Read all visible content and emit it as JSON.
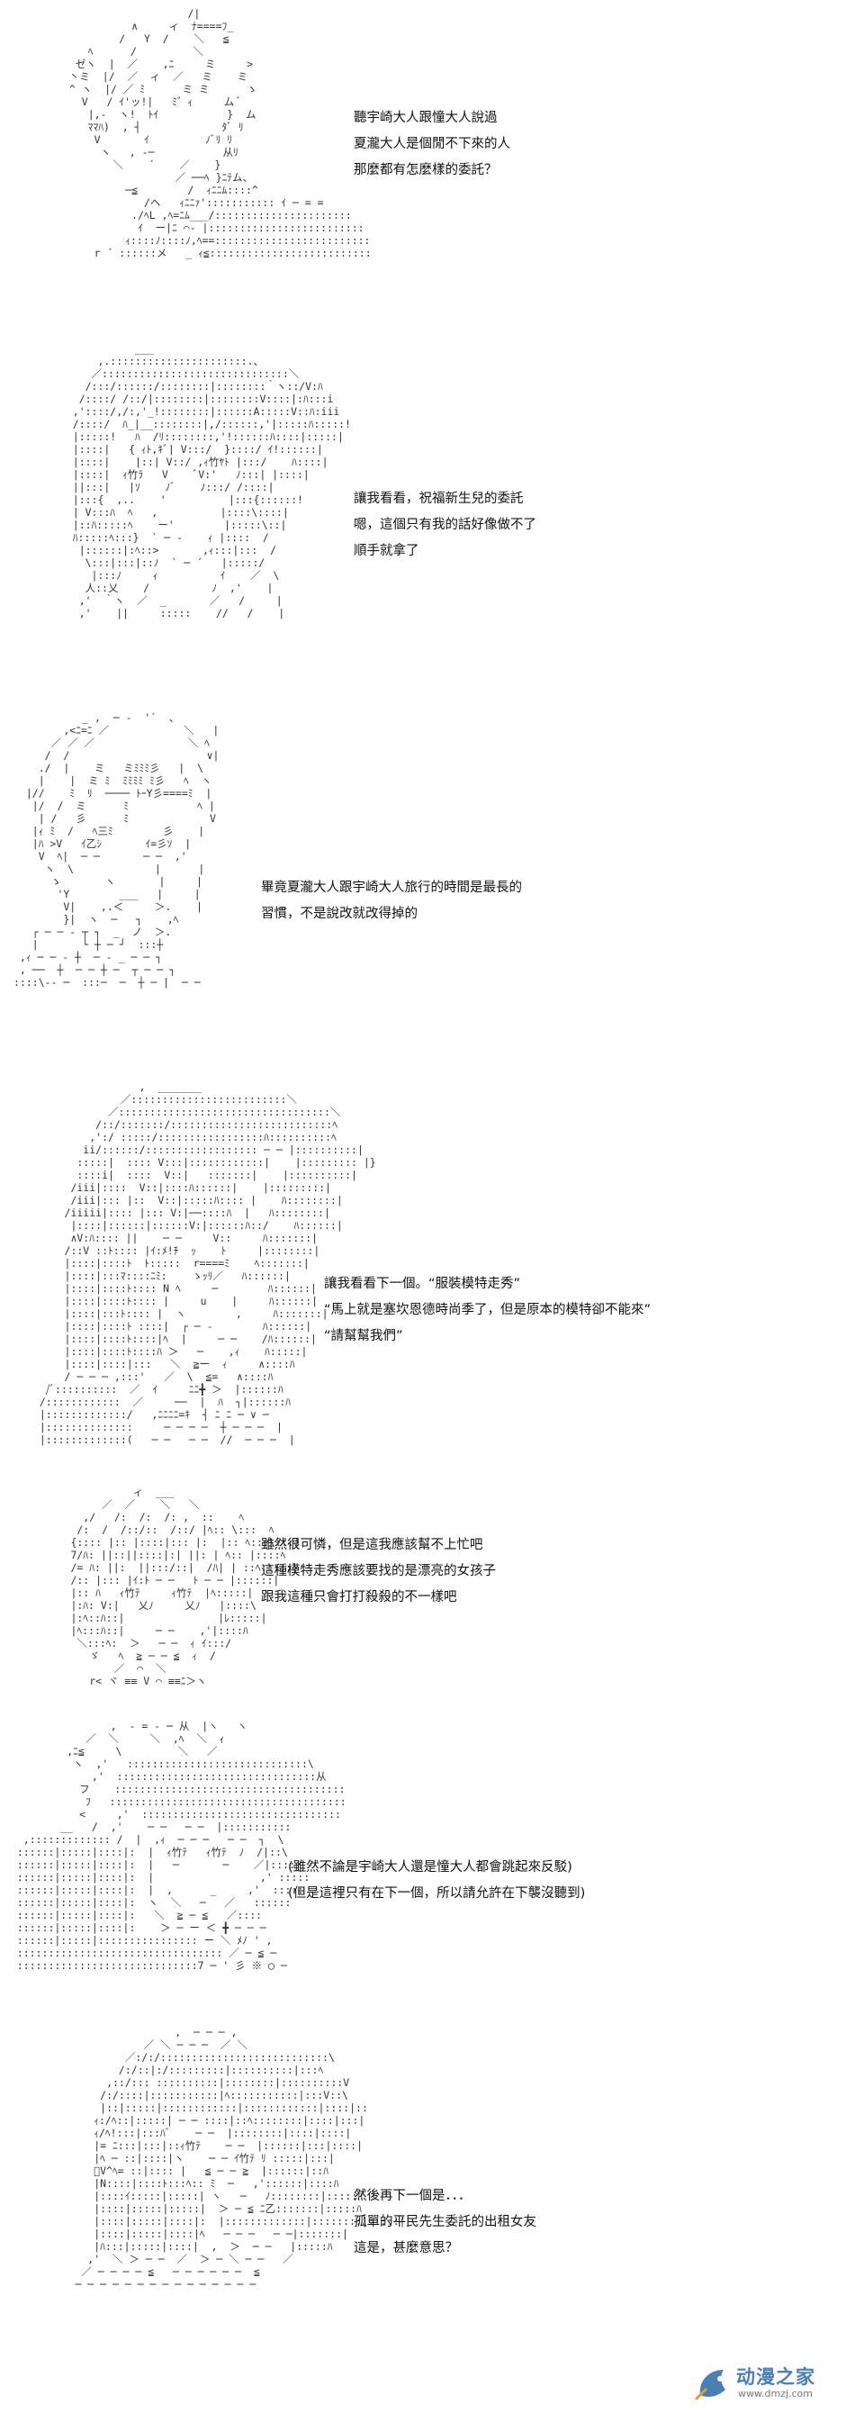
{
  "panels": [
    {
      "art": "                    /|\n           ∧     ィ  ﾅ====ﾌ_\n         /   Y  /    ＼   ≦\n    ﾍ      /         ＼\n  ゼヽ  |  ／    ,ﾆ     ミ     >\n 丶ミ  |/  ／  ィ  ／   ミ    ミ\n ^ ヽ  |/ ／ ﾐ      ミ ミ      ゝ\n   V   / ｲ'ッ!|   ﾐ゛ｨ     ム ﾞ\n    |,-  ヽ!  ﾄｲ           }  ム\n    ﾏﾏﾊ)  , ┤             ﾀﾞ ﾘ\n     V       ｲ         ﾉﾞﾘ ﾘ\n      ヽ   , -─           从ﾘ\n        ＼    ´    ／    }\n                  ／ ──ﾍ }ﾆﾃム、\n          ─≦        /  ｨﾆﾆﾑ::::^\n             /ヘ   ｨﾆﾆｧ'::::::::::: ｲ ─ = =\n           ./ﾍL ,ﾍ=ﾆﾑ___/::::::::::::::::::::::\n            ｲ  ー|ﾆ ⌒‐ |:::::::::::::::::::::::::\n          ｨ::::ﾉ::::ﾉ,ﾍ==:::::::::::::::::::::::::\n     r ´ ::::::メ   _ ｨ≦::::::::::::::::::::::::::",
      "dialog": [
        "聽宇崎大人跟憧大人說過",
        "夏瀧大人是個閒不下來的人",
        "那麼都有怎麼樣的委託？"
      ]
    },
    {
      "art": "             ___\n       ,.::::::::::::::::::::::.、\n      ／::::::::::::::::::::::::::::::＼\n     /:::/::::::/::::::::|::::::::｀ヽ::/V:ﾊ\n    /::::/ /::/|::::::::|::::::::V::::|:ﾊ:::i\n   ,'::::/,/:,'_!::::::::|::::::A:::::V::ﾊ:iii\n   /::::/  ﾊ_|__::::::::|,/::::::,'|:::::ﾊ:::::!\n   |:::::!   ﾊ  /ﾘ::::::::,'!::::::ﾊ::::|:::::|\n   |::::|   { ｨﾄ,ｷﾞ| V:::/  }::::/ ｲ!::::::|\n   |::::|    |::| V::/ ,ｨ竹ﾔﾄ |:::/    ﾊ::::|\n   |::::|  ｨ竹ﾗ   V    ﾞV:'   ﾉ:::| |::::|\n   ||:::|   |ｿ    ﾉﾞ    ﾉ:::/ /::::|\n   |:::{  ,..    '          |:::{::::::!\n   | V:::ﾊ  ﾍ   ,          |::::\\::::|\n   |::ﾊ:::::ﾍ    ー'        |:::::\\::|\n   ﾊ:::::ﾍ:::}  ` ─ ‐    ｨ |::::  /\n    |::::::|:ﾍ::>       ,ｨ:::|:::  /\n     \\:::|:::|::ﾉ  ` ─ ´   |:::::/\n      |:::ﾉ     ｨ          ｲ    ／  \\\n     人::乂    /          ﾉ  ,'    |\n    ,'  ｀ヽ  ／  _       ／   /     |\n    ,'    ||     :::::    //   /    |",
      "dialog": [
        "讓我看看，祝福新生兒的委託",
        "嗯，這個只有我的話好像做不了",
        "順手就拿了"
      ]
    },
    {
      "art": "           _ ,  ─ ‐  '`  ､\n        ,<ﾆ=ﾆ ／            ＼   |\n      ／ ／ ／               ＼ ﾍ\n     /  /                      ∨|\n    ./  |    ミ   ミﾐﾐﾐ彡   |  \\\n    |    |  ミ ﾐ  ﾐﾐﾐﾐ ﾐ彡   ﾍ  ヽ\n  |//    ﾐ  ﾘ  ──── ﾄｰY彡====ﾐ  |\n   |/  /  ミ      ﾐ           ﾍ |\n    | /   彡      ﾐ             V\n   |ｨ ﾐ  /   ﾍ三ﾐ        彡    |\n   |ﾊ >V   ｲ乙ｼ       ｲ=彡ｿ  |\n    V  ﾍ|  ─ ─       ─ ─  ,'\n     ヽ  \\             |      |\n      ゝ       ヽ       |     |\n       'Y        ___   |     |\n        V|    ,.＜     ＞.    |\n        }|  ヽ  ─   ┐    ,ﾍ\n   ┌ ─ ─ ‐ ┬ ┐  _  ノ  ＞.\n   |       └ ┼ ─ ┘  :::┼\n ,ｨ ─ ─ ‐ ┼  ─ ‐ _ ─ ─ ┐\n , ──  ┼  ─ ─ ┼ ─  ┬ ─ ─ ┐\n::::\\-- ─  :::─  ─  ┼ ─ |  ─ ─",
      "dialog": [
        "畢竟夏瀧大人跟宇崎大人旅行的時間是最長的",
        "習慣，不是說改就改得掉的"
      ]
    },
    {
      "art": "                  ,  _______\n               ／:::::::::::::::::::::::::＼\n             ／::::::::::::::::::::::::::::::::::＼\n           /::/:::::::/::::::::::::::::::::::::::ﾍ\n          ,':/ :::::/:::::::::::::::::ﾊ::::::::::ﾍ\n         ii/::::::/:::::::::::::::::: ─ ─ |::::::::::|\n        :::::|  :::: V:::|::::::::::::|    |::::::::: |}\n        ::::i|  ::::  V::|   :::::::|    |::::::::::|\n       /iii|::::  V::|::::ﾊ::::::|    |:::::::::|\n       /iii|::: |::  V::|:::::ﾊ:::: |    ﾊ::::::::|\n      /iiiii|:::: |::: V:|──::::ﾊ  |   ﾊ::::::::|\n       |::::|::::::|::::::V:|::::::ﾊ::/    ﾊ::::::|\n       ∧V:ﾊ:::: ||    ─ ─     V::     ﾊ:::::::|\n      /::V ::ﾄ:::: |ｲ:ﾒ!ﾁ  ｯ    ﾄ     |::::::::|\n      |::::|::::ﾄ  ﾄ:::::  r====ﾐ    ﾍ:::::::|\n      |::::|:::ﾏ::::ﾆﾐ:    ゝｯﾘ／   ﾊ::::::|\n      |::::|::::ﾄ:::: N ﾍ     ─        ﾊ::::::|\n      |::::|::::ﾄ:::: |     u    |     ﾊ::::::|\n      |::::|:::ﾄ:::: |  ヽ        ,     ﾊ:::::::|\n      |::::|::::ﾄ ::::|  ┌ ─ ‐        ﾊ::::::|\n      |::::|::::ﾄ::::|ﾍ  |     ─ ─    /ﾊ::::::|\n      |::::|::::ﾄ::::ﾊ ＞   ─    ,ｨ    ﾊ:::::|\n      |::::|::::|:::   ＼  ≧ー  ｨ     ∧::::ﾊ\n      / ─ ─ ─ ,:::'   ／  \\  ≦=   ∧::::ﾊ\n   /ﾞ::::::::::  ／  ｲ     ﾆﾆ╋ ＞  |::::::ﾊ\n  /::::::::::::  ／     ──  |  ﾊ  ┐|::::::ﾊ\n  |:::::::::::::/   ,ﾆﾆﾆﾆ=ｷ  ┤ ﾆ ﾆ ─ ∨ ─\n  |::::::::::::::     ─ ─ ─ ─  ┼ ─ ─ ─  |\n  |:::::::::::::(   ─ ─   ─ ─  //  ─ ─ ─  |",
      "dialog": [
        "讓我看看下一個。“服裝模特走秀”",
        "“馬上就是塞坎恩德時尚季了，但是原本的模特卻不能來”",
        "“請幫幫我們”"
      ]
    },
    {
      "art": "                 ィ  ___\n            ／  ／    ＼   ＼\n         ,/   /:  /:  /: ,  ::    ﾍ\n        /:  /  /::/::  /::/ |ﾍ:: \\:::  ﾍ\n       {:::: |:: |::::|::: |:  |:: ﾍ:::\\:::}\n       7/ﾊ: ||::||::::|:| ||: | ﾍ:: |::::ﾍ\n       /= ﾊ: ||:  ||:::/::|  /ﾊ| | ::ﾍ:::::}\n       /:: |::: |ｲ:ﾄ ─ ─   ﾄ ─ ─ |::::::|\n       |:: ﾊ   ｨ竹ﾃ     ｨ竹ﾃ  |ﾍ:::::|\n       |:ﾊ: V:|   乂ﾉ     乂ﾉ   |::::\\\n       |:ﾍ::ﾊ::|               |ﾚ:::::|\n       |ﾍ:::ﾊ::|     ─ ─    ,'|::::ﾊ\n        ＼:::ﾍ:  ＞   ─ ─  ｨ ｲ:::/\n          ゞ   ﾍ  ≧ ─ ─ ≦  ｨ  /\n              ／  ⌒  ＼\n          r< ヾ ≡≡ V ⌒ ≡≡ﾆ＞ヽ",
      "dialog": [
        "雖然很可憐，但是這我應該幫不上忙吧",
        "這種模特走秀應該要找的是漂亮的女孩子",
        "跟我這種只會打打殺殺的不一樣吧"
      ]
    },
    {
      "art": "                 ,  ‐ = ‐ ─ 从  |ヽ   ヽ\n             ／  ＼     ＼  ,ﾍ  ＼  ｨ\n          ,ﾆ≦     \\         ＼   ／\n           ヽ  ,'   :::::::::::::::::::::::::::::\\\n              ,'  ::::::::::::::::::::::::::::::::从\n            フ    :::::::::::::::::::::::::::::::::::::\n             ﾌ   ::::::::::::::::::::::::::::::::::::::\n            <     ,'  ::::::::::::::::::::::::::::::::\n         __   /  ,'    ─ ─   ─ ─  |:::::::::::\n   ,::::::::::::: /  |  ,ｨ  ─ ─ ─   ─ ─  ┐  \\\n  ::::::|:::::|::::|:  |  ｨ竹ﾃ   ｨ竹ﾃ  ﾉ  /|::\\\n  ::::::|:::::|::::|:  |   ─       ─    ／|::::|\n  ::::::|:::::|::::|:  |                 ,' :::::\n  ::::::|:::::|::::|:  |  ,      _     ,'  :::::\n  ::::::|:::::|::::|:  ヽ  ＼   ─   ／   ::::::\n  ::::::|:::::|::::|:   ＼  ≧ ─ ≦   ／::::\n  ::::::|:::::|::::|:    ＞ ─ ー ＜ ╋ ─ ─ ─\n  ::::::|:::::|:::::::::::::::: ー ＼ ﾒﾉ ' ,\n  ::::::::::::::::::::::::::::::::: ／ ─ ≦ ─\n  :::::::::::::::::::::::::::::7 ─ ' 彡 ※ ◯ ─",
      "dialog": [
        "(雖然不論是宇崎大人還是憧大人都會跳起來反駁)",
        "(但是這裡只有在下一個，所以請允許在下襲沒聽到)"
      ]
    },
    {
      "art": "                       ,  ─ ─ ─ ,\n                  ／ ＼ ─ ─ ─  ／ ＼\n               ／:/:/:::::::::::::::::::::::::::\\\n              /:/::|:/:::::::::|::::::::::|:::ﾍ\n            ,::/::: ::::::::::|::::::::|::::::::::V\n           /:/::::|:::::::::::|ﾍ:::::::::::|:::V::\\\n           |::|:::::|::::::::::::|::::::::::::|::::|::\n          ｨ:/ﾍ::|:::::| ─ ─ ::::|::ﾍ::::::::|::::|:::|\n          ｨ/ﾍ!:::|:::ﾊﾞ    ─ ─  |::::::::|::::|::::|\n          |= ﾆ:::|:::|::ｨ竹ﾃ    ─ ─  |::::::|:::|::::|\n          |ﾍ ─ ::|::::|ヽ    ─ ─ ｲ竹ﾃ ﾘ :::::|:::|\n          ﾞV^ﾍ= ::|:::: |   ≦ ─ ─ ≧  |::::::|::ﾊ\n          |N::::|::::ﾄ:::ﾍ:: ﾐ  ─   ,'::::::|::::ﾊ\n          |::::ｲ:::::|:::::| ヽ   ─   ﾉ::::::::|:::::ﾊ\n          |::::|:::::|:::::|  ＞ ─ ≦ ﾆ乙:::::::|:::::ﾊ\n          |::::|:::::|::::|:  |:::::::::::::|::::::::|:::::|\n          |::::|:::::|::::|ﾍ   ─ ─ ─   ─ ─|:::::::|\n          |ﾊ:::|:::::|::::|  ,  ＞  ─ ─   |:::::ﾊ\n         ,'  ＼ ＞ ─ ─  ／  ＞ ─ ＼ ─ ─   ／\n        ／ ─ ─ ─ ─ ≦   ─ ─ ─ ─ ─ ─  ≦\n       ─ ─ ─ ─ ─ ─ ─ ─ ─ ─ ─ ─ ─ ─ ─",
      "dialog": [
        "然後再下一個是．．．",
        "孤單的平民先生委託的出租女友",
        "這是，甚麼意思？"
      ]
    }
  ],
  "watermark": {
    "title": "动漫之家",
    "url": "www.dmzj.com",
    "logo_color": "#4a7fb5"
  }
}
